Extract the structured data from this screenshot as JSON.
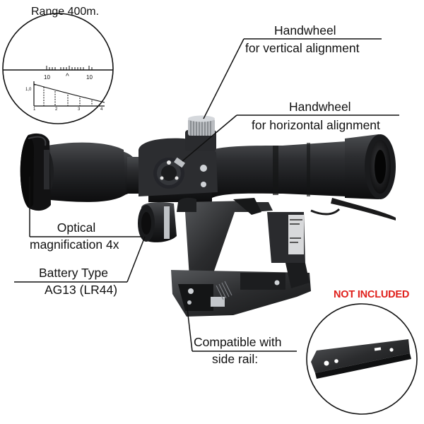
{
  "reticle": {
    "range_label": "Range 400m.",
    "scale_left": "10",
    "scale_right": "10",
    "scale_mark": "^",
    "range_side": "1,0",
    "range_ticks": [
      "1",
      "2",
      "3",
      "4"
    ]
  },
  "callouts": {
    "vertical": {
      "title": "Handwheel",
      "desc": "for vertical alignment"
    },
    "horizontal": {
      "title": "Handwheel",
      "desc": "for horizontal alignment"
    },
    "optical": {
      "title": "Optical",
      "desc": "magnification 4x"
    },
    "battery": {
      "title": "Battery Type",
      "desc": "AG13 (LR44)"
    },
    "compatible": {
      "title": "Compatible with",
      "desc": "side rail:"
    }
  },
  "accessory": {
    "badge": "NOT INCLUDED"
  },
  "colors": {
    "badge": "#e0201b",
    "scope_body": "#2a2b2d",
    "scope_dark": "#151617",
    "line": "#111111"
  }
}
